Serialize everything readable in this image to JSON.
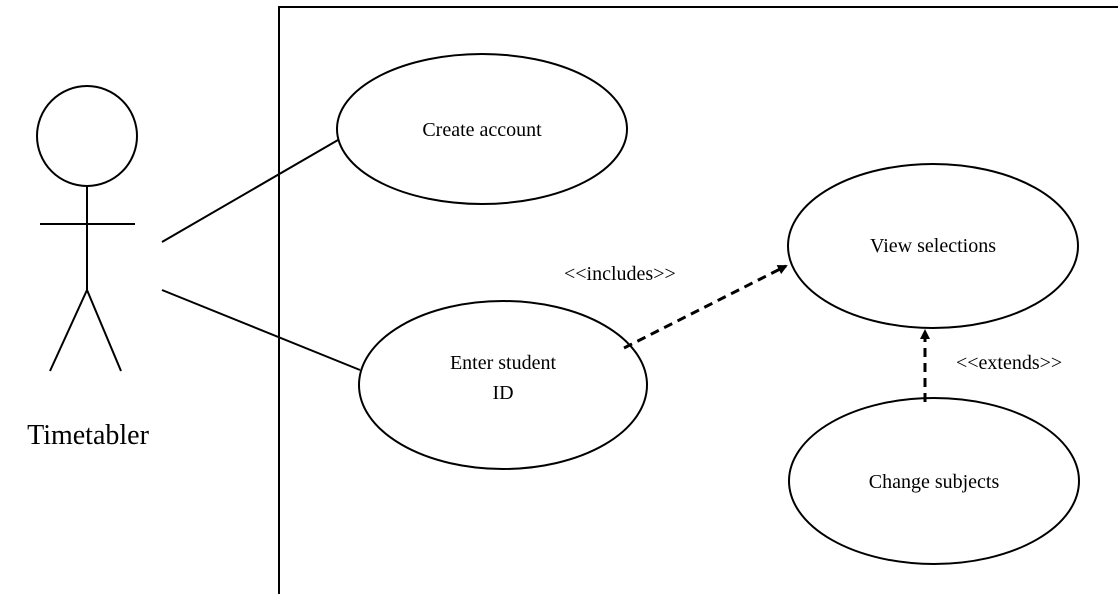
{
  "actor": {
    "name": "Timetabler"
  },
  "use_cases": {
    "create_account": [
      "Create account"
    ],
    "view_selections": [
      "View selections"
    ],
    "enter_student_id": [
      "Enter student",
      "ID"
    ],
    "change_subjects": [
      "Change subjects"
    ]
  },
  "relationships": {
    "includes": "<<includes>>",
    "extends": "<<extends>>"
  }
}
